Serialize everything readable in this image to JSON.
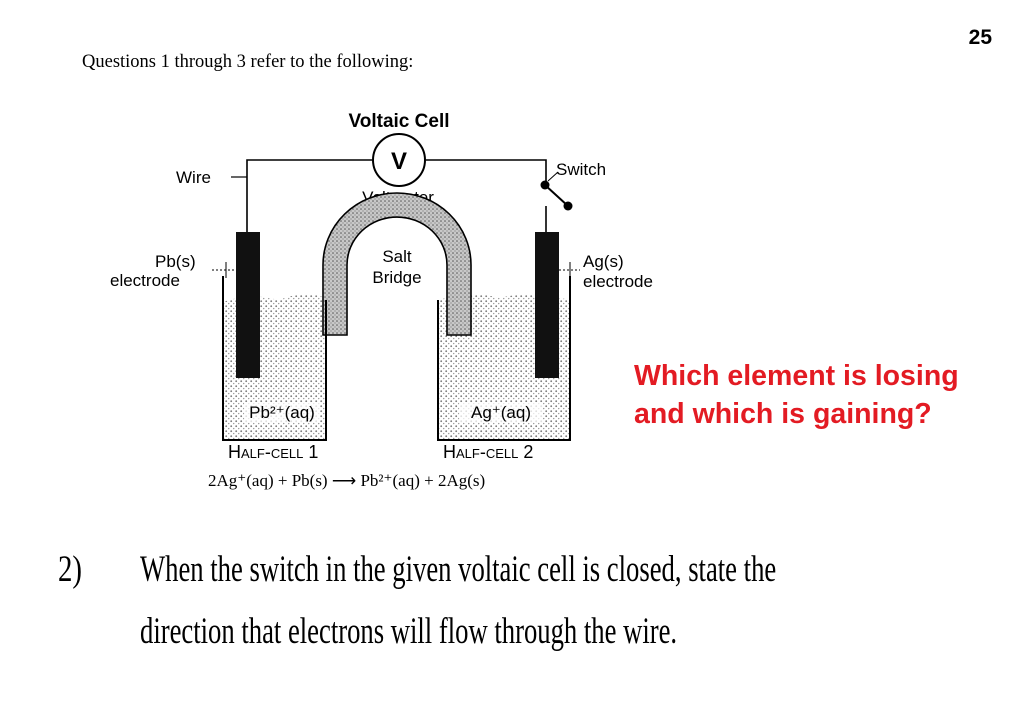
{
  "slide": {
    "page_number": "25",
    "intro": "Questions 1 through 3 refer to the following:",
    "prompt": "Which element is losing and which is gaining?",
    "question_number": "2)",
    "question_line1": "When the switch in the given voltaic cell is closed, state the",
    "question_line2": "direction that electrons will flow through the wire."
  },
  "diagram": {
    "title": "Voltaic Cell",
    "voltmeter_symbol": "V",
    "voltmeter_label": "Voltmeter",
    "wire_label": "Wire",
    "switch_label": "Switch",
    "salt_bridge_line1": "Salt",
    "salt_bridge_line2": "Bridge",
    "left_electrode_line1": "Pb(s)",
    "left_electrode_line2": "electrode",
    "right_electrode_line1": "Ag(s)",
    "right_electrode_line2": "electrode",
    "left_solution": "Pb²⁺(aq)",
    "right_solution": "Ag⁺(aq)",
    "half_cell_1": "Half-cell 1",
    "half_cell_2": "Half-cell 2",
    "equation": "2Ag⁺(aq) + Pb(s) ⟶ Pb²⁺(aq) + 2Ag(s)"
  },
  "colors": {
    "prompt": "#e31b23",
    "electrode": "#111111",
    "solution_dots": "#777777",
    "salt_bridge": "#a8a8a8"
  }
}
